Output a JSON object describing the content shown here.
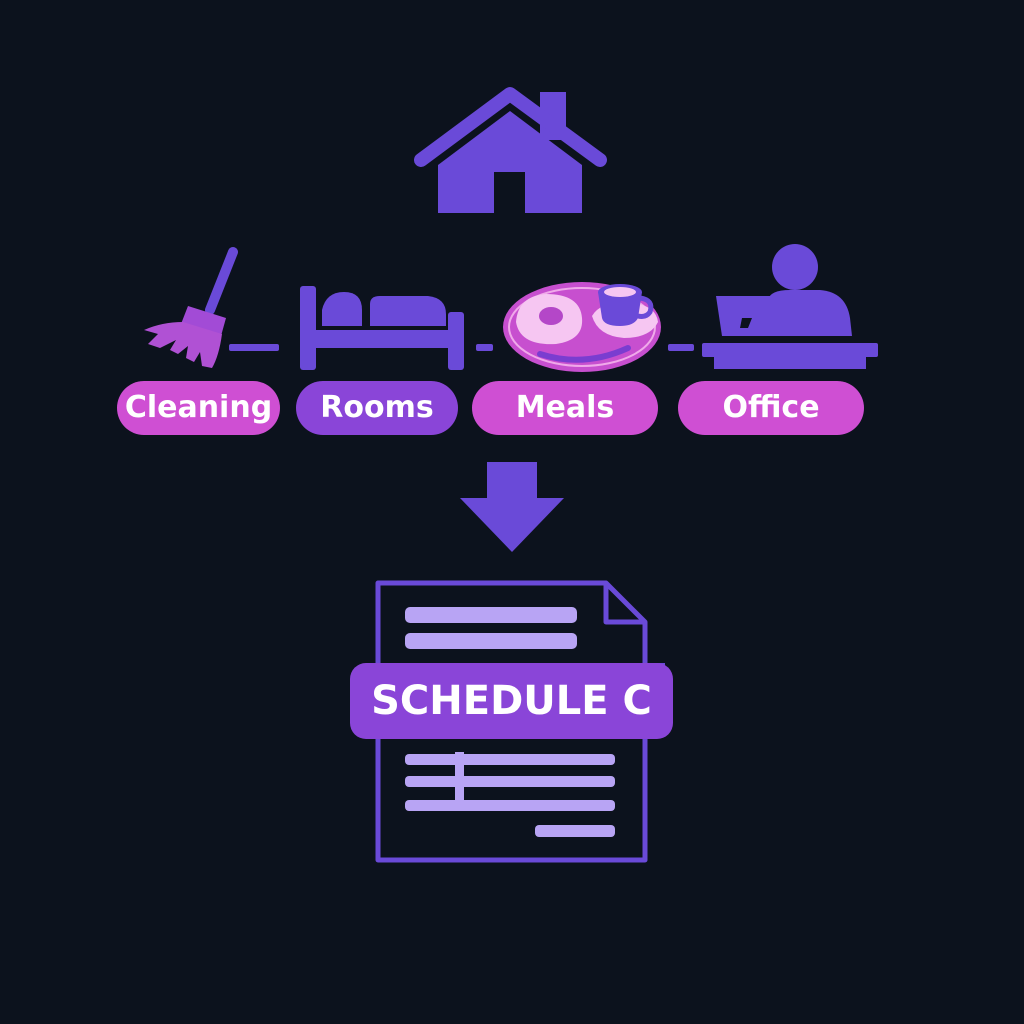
{
  "colors": {
    "background": "#0c121d",
    "indigo": "#6a4ad8",
    "violet": "#8a45d8",
    "magenta": "#cf4fd3",
    "lavender": "#b8a4f4",
    "pale_pink": "#f6c6f2"
  },
  "icons": {
    "top": "house-icon",
    "items": [
      "broom-icon",
      "bed-icon",
      "breakfast-plate-icon",
      "person-at-laptop-icon"
    ],
    "flow": "down-arrow-icon",
    "output": "document-icon"
  },
  "categories": [
    {
      "label": "Cleaning",
      "color": "#cf4fd3"
    },
    {
      "label": "Rooms",
      "color": "#8a45d8"
    },
    {
      "label": "Meals",
      "color": "#cf4fd3"
    },
    {
      "label": "Office",
      "color": "#cf4fd3"
    }
  ],
  "document": {
    "title": "SCHEDULE C",
    "banner_color": "#8a45d8"
  }
}
